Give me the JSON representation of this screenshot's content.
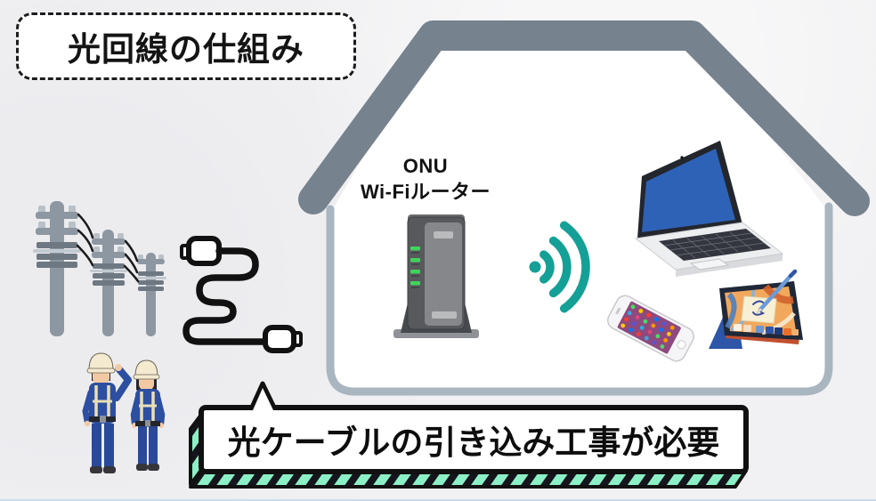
{
  "page": {
    "background_color": "#f1f1f3",
    "bottom_edge_color": "#cadceb"
  },
  "title_box": {
    "label": "光回線の仕組み"
  },
  "house": {
    "router_label_line1": "ONU",
    "router_label_line2": "Wi-Fiルーター"
  },
  "banner": {
    "label": "光ケーブルの引き込み工事が必要"
  },
  "palette": {
    "roof_gray": "#76828d",
    "wall_gray": "#a9b5bf",
    "wifi_teal": "#14a096",
    "banner_mint": "#8cf0c6",
    "banner_border": "#15151d",
    "worker_blue": "#2d4fa1",
    "laptop_screen_blue": "#2e62b6",
    "tablet_case_blue": "#2d55a8",
    "led_green": "#3fd45c",
    "wire_black": "#1a1a1a"
  },
  "icons": {
    "wifi": "wifi-signal-icon",
    "cable": "fiber-cable-icon",
    "poles": "utility-poles-icon",
    "router": "onu-router-icon",
    "laptop": "laptop-icon",
    "smartphone": "smartphone-icon",
    "tablet": "tablet-icon",
    "workers": "construction-workers-icon"
  }
}
